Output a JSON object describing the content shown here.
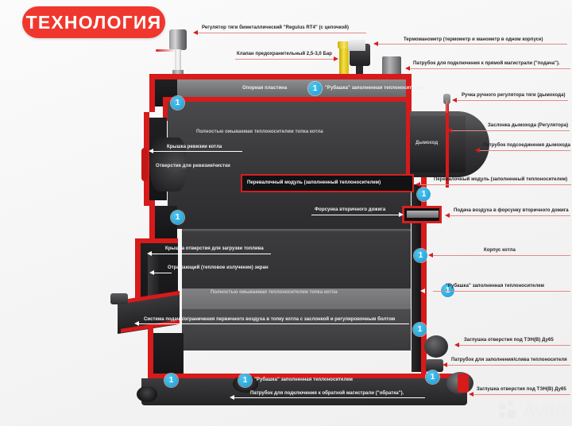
{
  "badge": {
    "text": "ТЕХНОЛОГИЯ"
  },
  "watermark": {
    "text": "Avito",
    "icon": "avito-logo-icon"
  },
  "inner_labels": {
    "support_plate": "Опорная пластина",
    "jacket_top": "\"Рубашка\" заполненная теплоносителем",
    "firebox_top": "Полностью омываемая теплоносителем топка котла",
    "firebox_bottom": "Полностью омываемая теплоносителем топка котла",
    "chimney": "Дымоход",
    "transfer_module": "Перевалочный модуль (заполненный теплоносителем)",
    "secondary_nozzle": "Форсунка вторичного дожига",
    "inspection_cover": "Крышка ревизии котла",
    "inspection_hole": "Отверстие для ревизии/чистки",
    "fuel_door_cover": "Крышка отверстия для загрузки топлива",
    "reflective_screen": "Отражающий (тепловое излучение) экран",
    "primary_air_system": "Система подачи/ограничения первичного воздуха в топку котла с заслонкой и регулировочным болтом",
    "jacket_bottom": "\"Рубашка\" заполненная теплоносителем",
    "return_pipe": "Патрубок для подключения  к обратной магистрали (\"обратка\")."
  },
  "top_labels": {
    "draft_regulator": "Регулятор тяги биметаллический \"Regulus RT4\" (с цепочкой)",
    "safety_valve": "Клапан предохранительный 2,5-3,0 Бар",
    "thermomanometer": "Термоманометр (термометр и манометр в одном корпусе)",
    "supply_pipe": "Патрубок для подключения  к прямой магистрали (\"подача\")."
  },
  "right_labels": {
    "draft_handle": "Ручка ручного регулятора тяги (дымохода)",
    "chimney_damper": "Заслонка дымохода (Регулятора)",
    "chimney_connection_pipe": "Патрубок подсоединения дымохода",
    "transfer_module_right": "Перевалочный модуль (заполненный теплоносителем)",
    "secondary_air_feed": "Подача воздуха в форсунку вторичного дожига",
    "boiler_body": "Корпус котла",
    "jacket_right": "\"Рубашка\" заполненная теплоносителем",
    "ten_plug_upper": "Заглушка отверстия под ТЭН(В) Ду65",
    "fill_drain_pipe": "Патрубок для заполнения/слива теплоносителя",
    "ten_plug_lower": "Заглушка отверстия под ТЭН(В) Ду65"
  },
  "callout_numbers": {
    "n1": "1",
    "n2": "1",
    "n3": "1",
    "n4": "1",
    "n5": "1",
    "n6": "1",
    "n7": "1",
    "n8": "1",
    "n9": "1",
    "n10": "1"
  },
  "colors": {
    "badge_red": "#f0372e",
    "shell_red": "#d71a1a",
    "callout_blue": "#1d9fd6",
    "arrow_red": "#d61f1f"
  }
}
